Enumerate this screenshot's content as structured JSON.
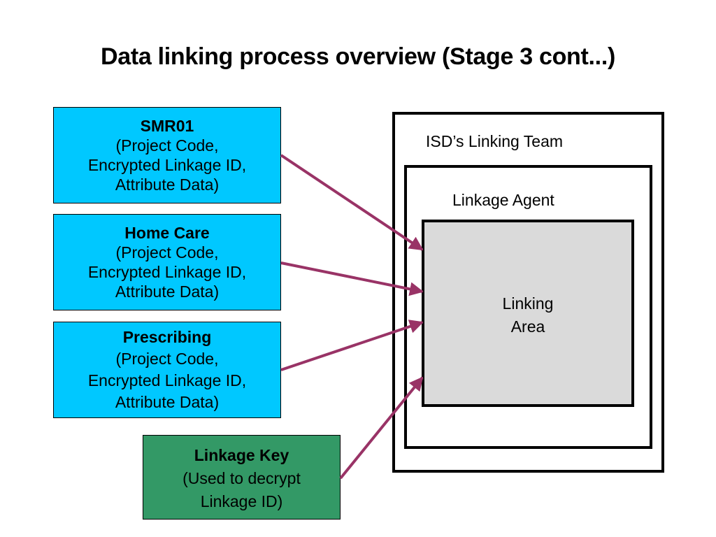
{
  "title": "Data linking process overview (Stage 3 cont...)",
  "sources": [
    {
      "heading": "SMR01",
      "lines": [
        "(Project Code,",
        "Encrypted Linkage ID,",
        "Attribute Data)"
      ]
    },
    {
      "heading": "Home Care",
      "lines": [
        "(Project Code,",
        "Encrypted Linkage ID,",
        "Attribute Data)"
      ]
    },
    {
      "heading": "Prescribing",
      "lines": [
        "(Project Code,",
        "Encrypted Linkage ID,",
        "Attribute Data)"
      ]
    }
  ],
  "key": {
    "heading": "Linkage Key",
    "lines": [
      "(Used to decrypt",
      "Linkage ID)"
    ]
  },
  "outer_frame": {
    "label": "ISD’s Linking Team"
  },
  "inner_frame": {
    "label": "Linkage Agent"
  },
  "linking_area": {
    "lines": [
      "Linking",
      "Area"
    ]
  },
  "colors": {
    "source_fill": "#00c8ff",
    "key_fill": "#339966",
    "arrow": "#993366",
    "linking_area_fill": "#dadada"
  }
}
